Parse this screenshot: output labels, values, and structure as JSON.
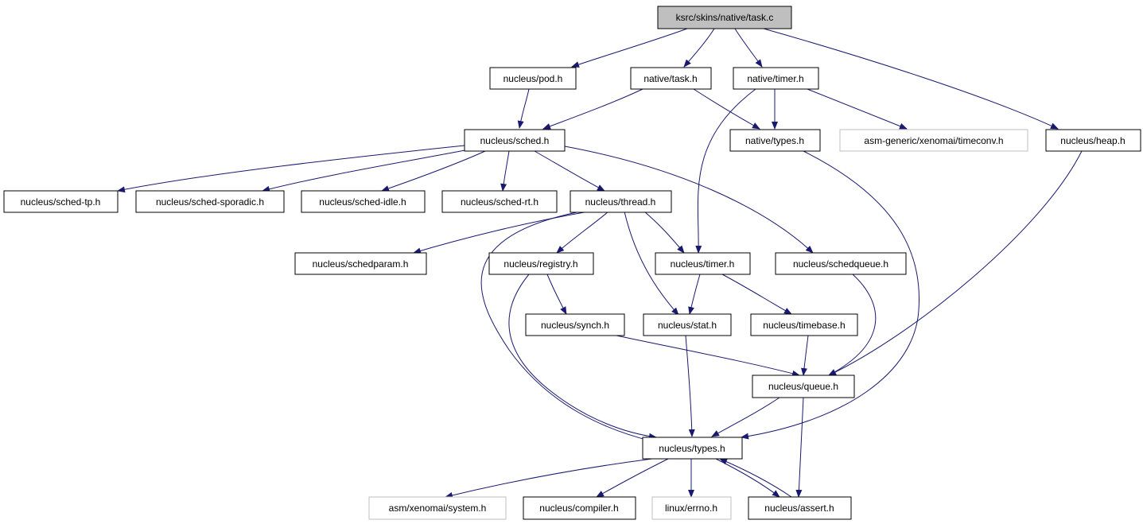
{
  "diagram": {
    "edge_color": "#191970",
    "root_fill": "#bfbfbf",
    "external_border": "#bfbfbf",
    "nodes": {
      "task_c": {
        "label": "ksrc/skins/native/task.c",
        "kind": "root"
      },
      "pod_h": {
        "label": "nucleus/pod.h",
        "kind": "normal"
      },
      "native_task_h": {
        "label": "native/task.h",
        "kind": "normal"
      },
      "native_timer_h": {
        "label": "native/timer.h",
        "kind": "normal"
      },
      "sched_h": {
        "label": "nucleus/sched.h",
        "kind": "normal"
      },
      "native_types_h": {
        "label": "native/types.h",
        "kind": "normal"
      },
      "timeconv_h": {
        "label": "asm-generic/xenomai/timeconv.h",
        "kind": "external"
      },
      "heap_h": {
        "label": "nucleus/heap.h",
        "kind": "normal"
      },
      "sched_tp_h": {
        "label": "nucleus/sched-tp.h",
        "kind": "normal"
      },
      "sched_sporadic_h": {
        "label": "nucleus/sched-sporadic.h",
        "kind": "normal"
      },
      "sched_idle_h": {
        "label": "nucleus/sched-idle.h",
        "kind": "normal"
      },
      "sched_rt_h": {
        "label": "nucleus/sched-rt.h",
        "kind": "normal"
      },
      "thread_h": {
        "label": "nucleus/thread.h",
        "kind": "normal"
      },
      "schedparam_h": {
        "label": "nucleus/schedparam.h",
        "kind": "normal"
      },
      "registry_h": {
        "label": "nucleus/registry.h",
        "kind": "normal"
      },
      "timer_h": {
        "label": "nucleus/timer.h",
        "kind": "normal"
      },
      "schedqueue_h": {
        "label": "nucleus/schedqueue.h",
        "kind": "normal"
      },
      "synch_h": {
        "label": "nucleus/synch.h",
        "kind": "normal"
      },
      "stat_h": {
        "label": "nucleus/stat.h",
        "kind": "normal"
      },
      "timebase_h": {
        "label": "nucleus/timebase.h",
        "kind": "normal"
      },
      "queue_h": {
        "label": "nucleus/queue.h",
        "kind": "normal"
      },
      "types_h": {
        "label": "nucleus/types.h",
        "kind": "normal"
      },
      "system_h": {
        "label": "asm/xenomai/system.h",
        "kind": "external"
      },
      "compiler_h": {
        "label": "nucleus/compiler.h",
        "kind": "normal"
      },
      "errno_h": {
        "label": "linux/errno.h",
        "kind": "external"
      },
      "assert_h": {
        "label": "nucleus/assert.h",
        "kind": "normal"
      }
    },
    "edges": [
      [
        "task_c",
        "pod_h"
      ],
      [
        "task_c",
        "native_task_h"
      ],
      [
        "task_c",
        "native_timer_h"
      ],
      [
        "task_c",
        "heap_h"
      ],
      [
        "pod_h",
        "sched_h"
      ],
      [
        "native_task_h",
        "sched_h"
      ],
      [
        "native_task_h",
        "native_types_h"
      ],
      [
        "native_timer_h",
        "native_types_h"
      ],
      [
        "native_timer_h",
        "timeconv_h"
      ],
      [
        "native_timer_h",
        "timer_h"
      ],
      [
        "sched_h",
        "sched_tp_h"
      ],
      [
        "sched_h",
        "sched_sporadic_h"
      ],
      [
        "sched_h",
        "sched_idle_h"
      ],
      [
        "sched_h",
        "sched_rt_h"
      ],
      [
        "sched_h",
        "thread_h"
      ],
      [
        "sched_h",
        "schedqueue_h"
      ],
      [
        "native_types_h",
        "types_h"
      ],
      [
        "heap_h",
        "queue_h"
      ],
      [
        "thread_h",
        "schedparam_h"
      ],
      [
        "thread_h",
        "registry_h"
      ],
      [
        "thread_h",
        "timer_h"
      ],
      [
        "thread_h",
        "stat_h"
      ],
      [
        "thread_h",
        "types_h"
      ],
      [
        "registry_h",
        "synch_h"
      ],
      [
        "registry_h",
        "types_h"
      ],
      [
        "timer_h",
        "stat_h"
      ],
      [
        "timer_h",
        "timebase_h"
      ],
      [
        "schedqueue_h",
        "queue_h"
      ],
      [
        "synch_h",
        "queue_h"
      ],
      [
        "stat_h",
        "types_h"
      ],
      [
        "timebase_h",
        "queue_h"
      ],
      [
        "queue_h",
        "types_h"
      ],
      [
        "queue_h",
        "assert_h"
      ],
      [
        "types_h",
        "system_h"
      ],
      [
        "types_h",
        "compiler_h"
      ],
      [
        "types_h",
        "errno_h"
      ],
      [
        "types_h",
        "assert_h"
      ],
      [
        "assert_h",
        "types_h"
      ]
    ]
  }
}
